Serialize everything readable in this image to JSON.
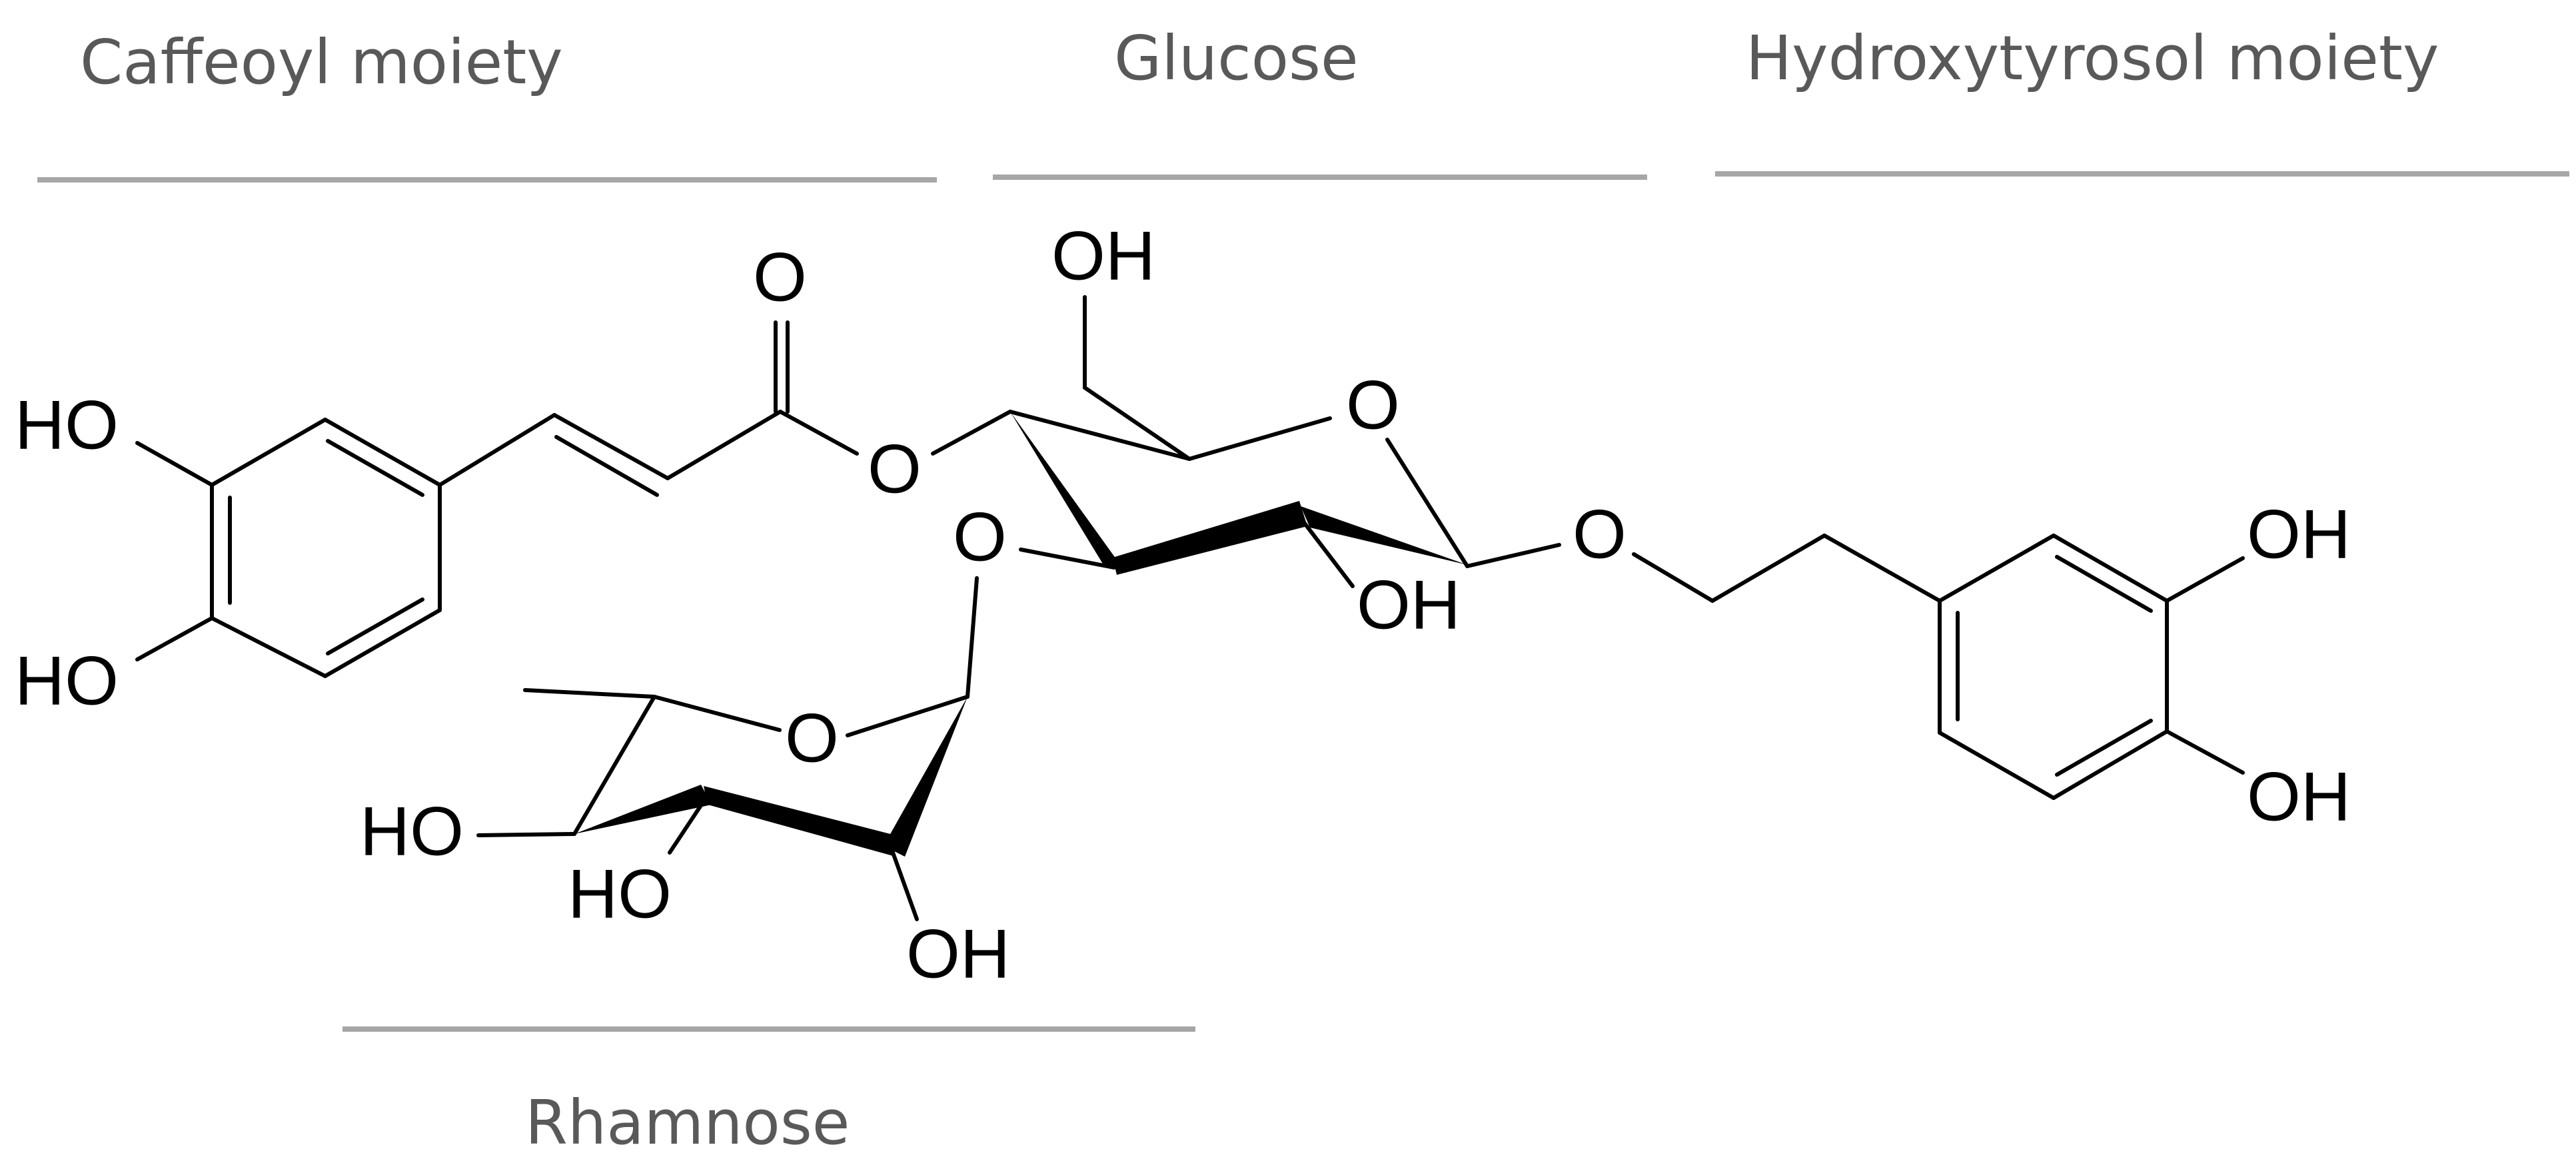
{
  "sections": {
    "caffeoyl": "Caffeoyl moiety",
    "glucose": "Glucose",
    "hydroxytyrosol": "Hydroxytyrosol moiety",
    "rhamnose": "Rhamnose"
  },
  "atoms": {
    "caffeoyl_ho_top": "HO",
    "caffeoyl_ho_bottom": "HO",
    "carbonyl_o": "O",
    "ester_o": "O",
    "glucose_ch2oh": "OH",
    "glucose_ring_o": "O",
    "glucose_oh": "OH",
    "glycosidic_o": "O",
    "rhamnose_link_o": "O",
    "rhamnose_ring_o": "O",
    "rhamnose_ho_left": "HO",
    "rhamnose_ho_mid": "HO",
    "rhamnose_oh": "OH",
    "hydroxytyrosol_oh_top": "OH",
    "hydroxytyrosol_oh_bottom": "OH"
  },
  "colors": {
    "label_text": "#595959",
    "rule": "#a6a6a6",
    "structure": "#000000"
  }
}
